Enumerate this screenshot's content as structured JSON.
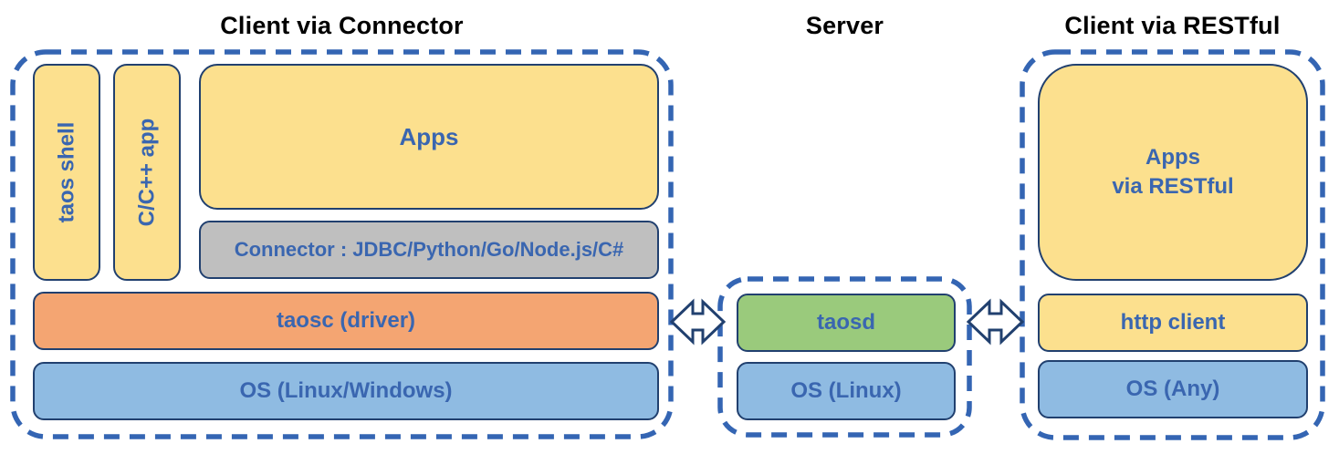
{
  "colors": {
    "yellow_fill": "#FCE08E",
    "orange_fill": "#F4A572",
    "blue_fill": "#8FBBE2",
    "green_fill": "#9ACA7C",
    "gray_fill": "#BFBFBF",
    "dash_blue": "#3465B3",
    "border_navy": "#21406F",
    "label_blue": "#3A66B0",
    "title_color": "#000000"
  },
  "sections": {
    "client_connector": {
      "title": "Client via Connector",
      "taos_shell": "taos shell",
      "cpp_app": "C/C++ app",
      "apps": "Apps",
      "connector": "Connector : JDBC/Python/Go/Node.js/C#",
      "taosc": "taosc (driver)",
      "os": "OS (Linux/Windows)"
    },
    "server": {
      "title": "Server",
      "taosd": "taosd",
      "os": "OS (Linux)"
    },
    "client_restful": {
      "title": "Client via RESTful",
      "apps": "Apps\nvia RESTful",
      "http_client": "http client",
      "os": "OS (Any)"
    }
  },
  "icons": {
    "left_link": "bidirectional-arrow",
    "right_link": "bidirectional-arrow"
  }
}
